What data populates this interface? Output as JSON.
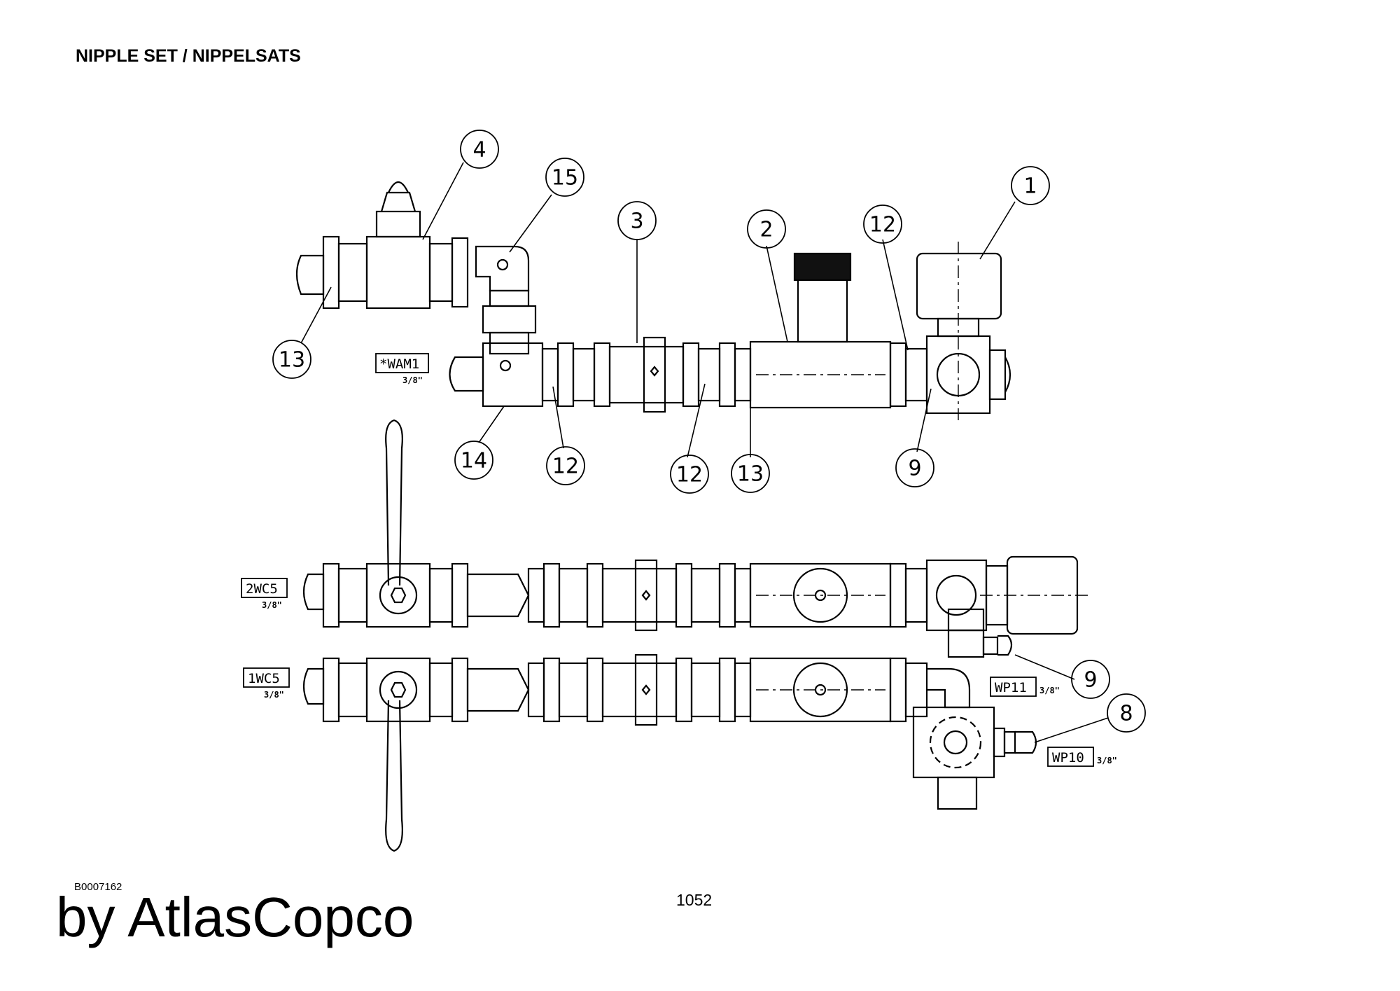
{
  "header": {
    "title": "NIPPLE SET / NIPPELSATS"
  },
  "footer": {
    "doc_id": "B0007162",
    "page_number": "1052",
    "brand": "by AtlasCopco"
  },
  "balloons": [
    {
      "label": "4"
    },
    {
      "label": "15"
    },
    {
      "label": "3"
    },
    {
      "label": "2"
    },
    {
      "label": "12"
    },
    {
      "label": "1"
    },
    {
      "label": "13"
    },
    {
      "label": "14"
    },
    {
      "label": "12"
    },
    {
      "label": "12"
    },
    {
      "label": "13"
    },
    {
      "label": "9"
    },
    {
      "label": "9"
    },
    {
      "label": "8"
    }
  ],
  "tags": [
    {
      "label": "*WAM1",
      "size": "3/8\""
    },
    {
      "label": "2WC5",
      "size": "3/8\""
    },
    {
      "label": "1WC5",
      "size": "3/8\""
    },
    {
      "label": "WP11",
      "size": "3/8\""
    },
    {
      "label": "WP10",
      "size": "3/8\""
    }
  ]
}
